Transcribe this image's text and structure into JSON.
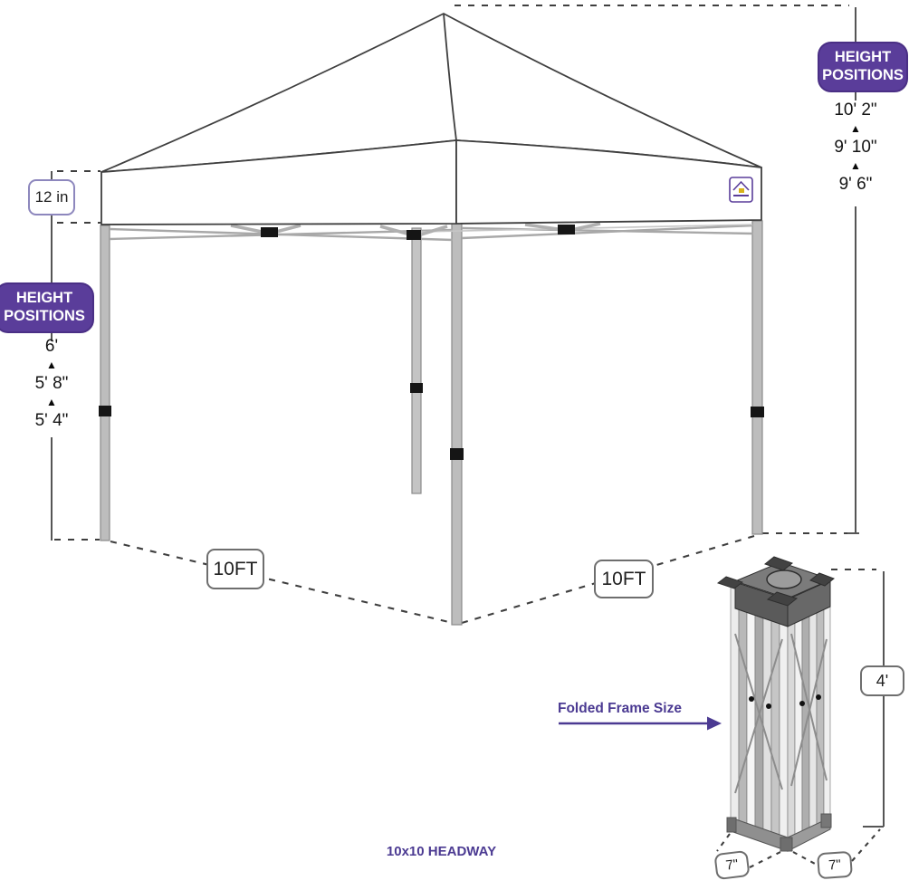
{
  "title": "10x10 HEADWAY",
  "canopy": {
    "valance_height_label": "12 in",
    "left_height_badge": "HEIGHT POSITIONS",
    "left_heights": [
      "6'",
      "5' 8\"",
      "5' 4\""
    ],
    "right_height_badge": "HEIGHT POSITIONS",
    "right_heights": [
      "10' 2\"",
      "9' 10\"",
      "9' 6\""
    ],
    "width_front_left": "10FT",
    "width_front_right": "10FT"
  },
  "folded_frame": {
    "label": "Folded Frame Size",
    "height_label": "4'",
    "base_left_label": "7\"",
    "base_right_label": "7\""
  },
  "icons": {
    "up_arrow": "▲",
    "brand_logo": "canopy-tent-logo"
  },
  "colors": {
    "accent_purple": "#5a3d9a",
    "text_purple": "#4b3a92",
    "line_color": "#3f3f3f",
    "leg_grey": "#bdbdbd"
  }
}
